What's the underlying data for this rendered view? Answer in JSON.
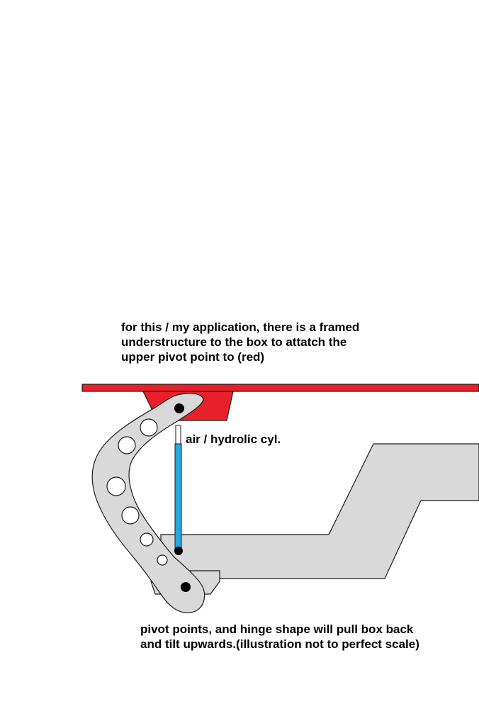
{
  "notes": {
    "top": [
      "for this / my application, there is a framed",
      "understructure to the box to attatch the",
      "upper pivot point to (red)"
    ],
    "cylinder_label": "air / hydrolic cyl.",
    "bottom": [
      "pivot points, and hinge shape will pull box back",
      "and tilt upwards.(illustration not to perfect scale)"
    ]
  },
  "colors": {
    "frame_red": "#e8202a",
    "gray_fill": "#d9d9d9",
    "cylinder_blue": "#29a8e0",
    "outline": "#1a1a1a",
    "pivot": "#000000"
  }
}
